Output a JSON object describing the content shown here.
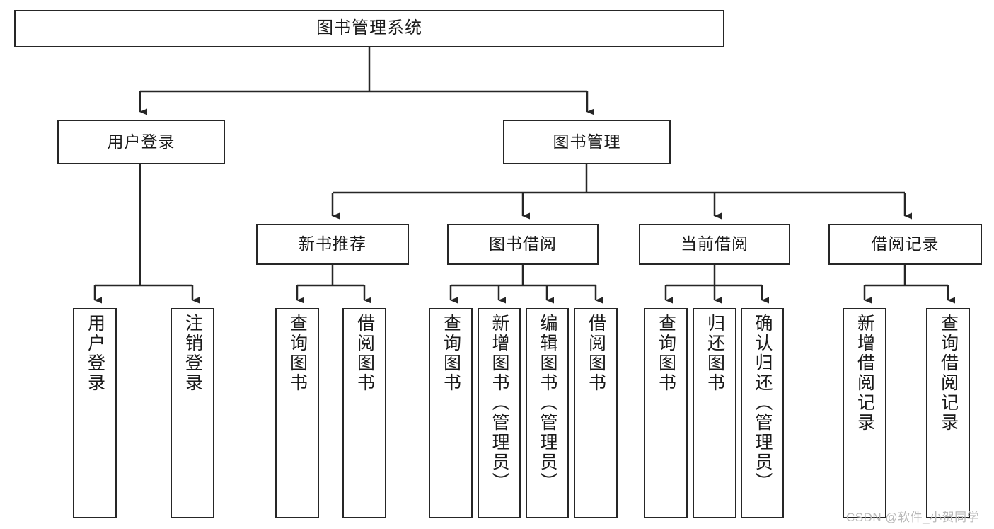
{
  "diagram": {
    "title": "图书管理系统",
    "type": "tree-hierarchy-chart",
    "watermark": "CSDN @软件_小贺同学",
    "colors": {
      "stroke": "#262626",
      "fill": "#ffffff",
      "text": "#1a1a1a",
      "watermark": "#b9b9b9"
    },
    "root": {
      "id": "root",
      "label": "图书管理系统"
    },
    "level1": [
      {
        "id": "user-login",
        "label": "用户登录"
      },
      {
        "id": "book-manage",
        "label": "图书管理"
      }
    ],
    "level2": [
      {
        "id": "new-book-rec",
        "label": "新书推荐",
        "parent": "book-manage"
      },
      {
        "id": "book-borrow",
        "label": "图书借阅",
        "parent": "book-manage"
      },
      {
        "id": "current-borrow",
        "label": "当前借阅",
        "parent": "book-manage"
      },
      {
        "id": "borrow-record",
        "label": "借阅记录",
        "parent": "book-manage"
      }
    ],
    "leaves": [
      {
        "id": "leaf-user-login",
        "label": "用户登录",
        "parent": "user-login"
      },
      {
        "id": "leaf-user-logout",
        "label": "注销登录",
        "parent": "user-login"
      },
      {
        "id": "leaf-query-book-1",
        "label": "查询图书",
        "parent": "new-book-rec"
      },
      {
        "id": "leaf-borrow-book-1",
        "label": "借阅图书",
        "parent": "new-book-rec"
      },
      {
        "id": "leaf-query-book-2",
        "label": "查询图书",
        "parent": "book-borrow"
      },
      {
        "id": "leaf-add-book",
        "label": "新增图书（管理员）",
        "parent": "book-borrow"
      },
      {
        "id": "leaf-edit-book",
        "label": "编辑图书（管理员）",
        "parent": "book-borrow"
      },
      {
        "id": "leaf-borrow-book-2",
        "label": "借阅图书",
        "parent": "book-borrow"
      },
      {
        "id": "leaf-query-book-3",
        "label": "查询图书",
        "parent": "current-borrow"
      },
      {
        "id": "leaf-return-book",
        "label": "归还图书",
        "parent": "current-borrow"
      },
      {
        "id": "leaf-confirm-return",
        "label": "确认归还（管理员）",
        "parent": "current-borrow"
      },
      {
        "id": "leaf-add-record",
        "label": "新增借阅记录",
        "parent": "borrow-record"
      },
      {
        "id": "leaf-query-record",
        "label": "查询借阅记录",
        "parent": "borrow-record"
      }
    ]
  }
}
